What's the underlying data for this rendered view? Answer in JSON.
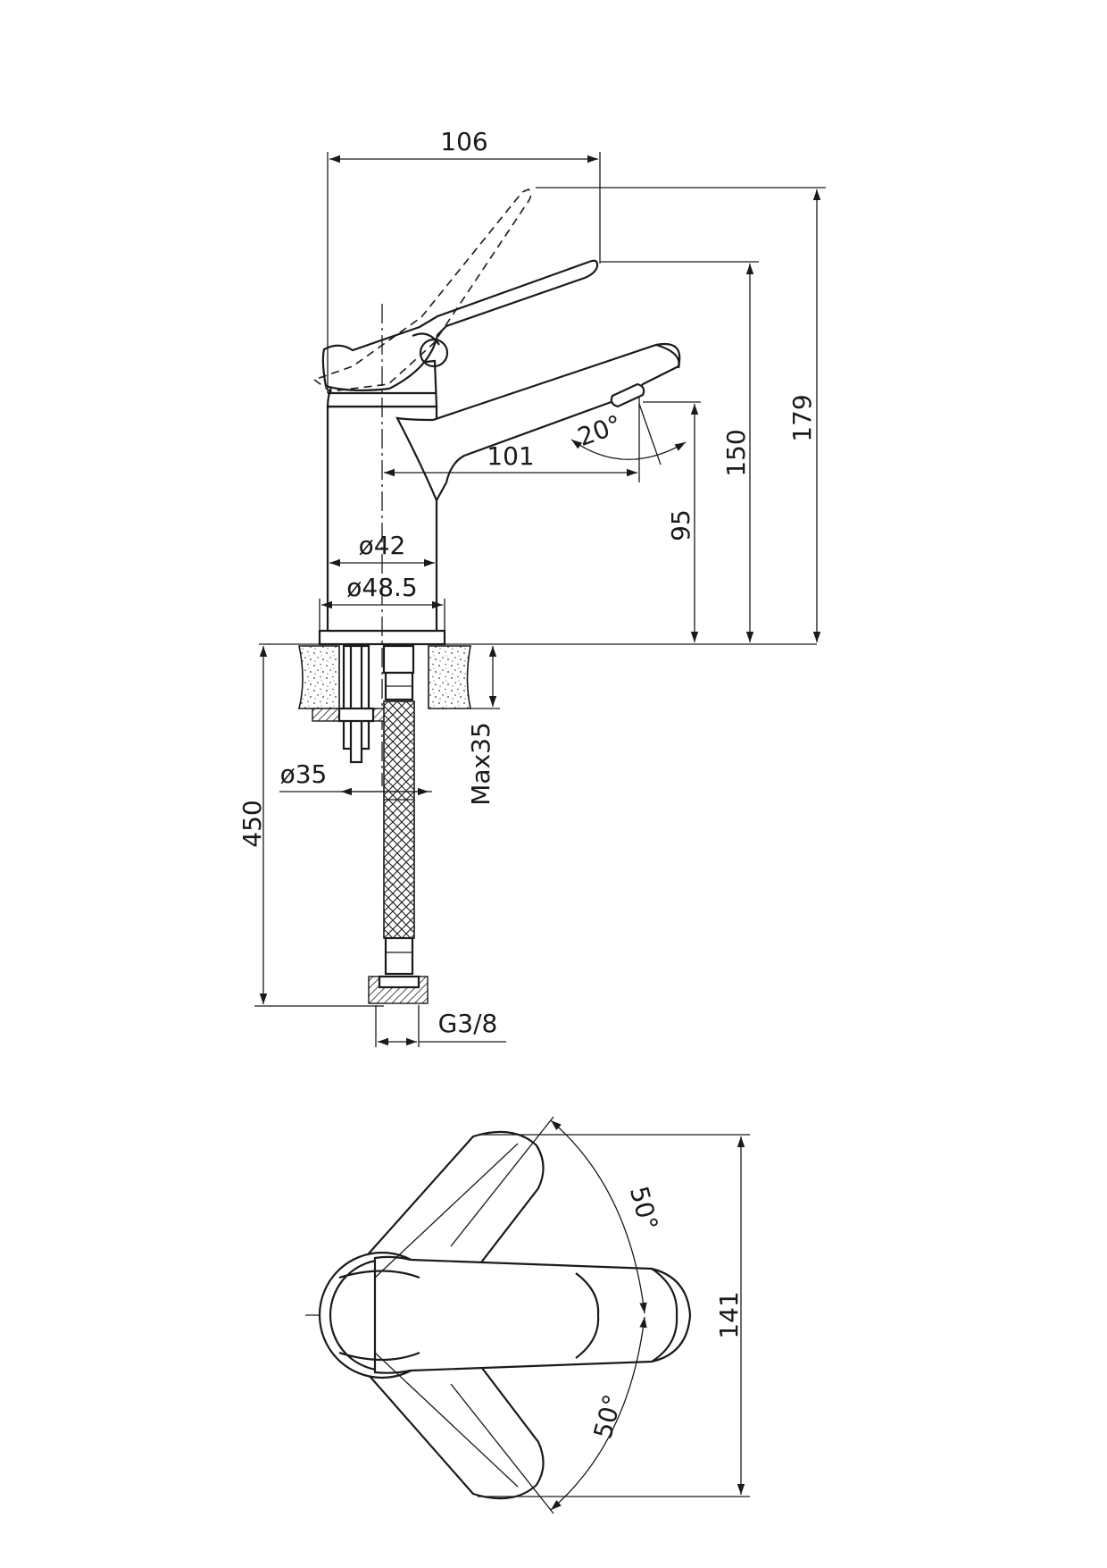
{
  "dimensions": {
    "overall_reach": "106",
    "handle_height": "179",
    "body_height": "150",
    "spout_reach": "101",
    "spout_height": "95",
    "spout_angle": "20°",
    "body_diameter": "ø42",
    "base_diameter": "ø48.5",
    "hole_diameter": "ø35",
    "max_counter_thickness": "Max35",
    "hose_length": "450",
    "connection_thread": "G3/8",
    "plan_length": "141",
    "rotation_upper": "50°",
    "rotation_lower": "50°"
  }
}
